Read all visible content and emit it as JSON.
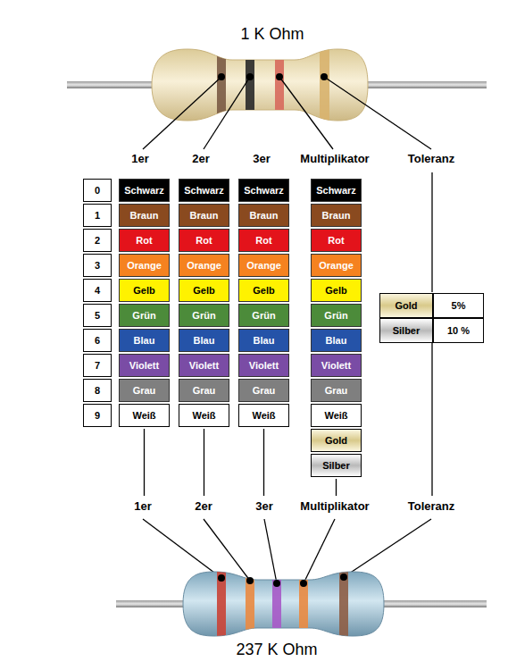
{
  "diagram": {
    "nodes": [
      {
        "text": [
          "0"
        ]
      },
      {
        "text": [
          "1"
        ]
      },
      {
        "text": [
          "2"
        ]
      },
      {
        "text": [
          "3"
        ]
      },
      {
        "text": [
          "4"
        ]
      },
      {
        "text": [
          "5"
        ]
      },
      {
        "text": [
          "6"
        ]
      },
      {
        "text": [
          "7"
        ]
      },
      {
        "text": [
          "8"
        ]
      },
      {
        "text": [
          "9"
        ]
      },
      {
        "text": [
          "Schwarz"
        ]
      },
      {
        "text": [
          "Braun"
        ]
      },
      {
        "text": [
          "Rot"
        ]
      },
      {
        "text": [
          "Orange"
        ]
      },
      {
        "text": [
          "Gelb"
        ]
      },
      {
        "text": [
          "Grün"
        ]
      },
      {
        "text": [
          "Blau"
        ]
      },
      {
        "text": [
          "Violett"
        ]
      },
      {
        "text": [
          "Grau"
        ]
      },
      {
        "text": [
          "Weiß"
        ]
      },
      {
        "text": [
          "Schwarz"
        ]
      },
      {
        "text": [
          "Braun"
        ]
      },
      {
        "text": [
          "Rot"
        ]
      },
      {
        "text": [
          "Orange"
        ]
      },
      {
        "text": [
          "Gelb"
        ]
      },
      {
        "text": [
          "Grün"
        ]
      },
      {
        "text": [
          "Blau"
        ]
      },
      {
        "text": [
          "Violett"
        ]
      },
      {
        "text": [
          "Grau"
        ]
      },
      {
        "text": [
          "Weiß"
        ]
      },
      {
        "text": [
          "Schwarz"
        ]
      },
      {
        "text": [
          "Braun"
        ]
      },
      {
        "text": [
          "Rot"
        ]
      },
      {
        "text": [
          "Orange"
        ]
      },
      {
        "text": [
          "Gelb"
        ]
      },
      {
        "text": [
          "Grün"
        ]
      },
      {
        "text": [
          "Blau"
        ]
      },
      {
        "text": [
          "Violett"
        ]
      },
      {
        "text": [
          "Grau"
        ]
      },
      {
        "text": [
          "Weiß"
        ]
      },
      {
        "text": [
          "Schwarz"
        ]
      },
      {
        "text": [
          "Braun"
        ]
      },
      {
        "text": [
          "Rot"
        ]
      },
      {
        "text": [
          "Orange"
        ]
      },
      {
        "text": [
          "Gelb"
        ]
      },
      {
        "text": [
          "Grün"
        ]
      },
      {
        "text": [
          "Blau"
        ]
      },
      {
        "text": [
          "Violett"
        ]
      },
      {
        "text": [
          "Grau"
        ]
      },
      {
        "text": [
          "Weiß"
        ]
      },
      {
        "text": [
          "Gold"
        ]
      },
      {
        "text": [
          "Silber"
        ]
      },
      {
        "text": [
          "Gold"
        ]
      },
      {
        "text": [
          "5%"
        ]
      },
      {
        "text": [
          "Silber"
        ]
      },
      {
        "text": [
          "10 %"
        ]
      }
    ],
    "labels": [
      "1 K Ohm",
      "1er",
      "2er",
      "3er",
      "Multiplikator",
      "Toleranz",
      "1er",
      "2er",
      "3er",
      "Multiplikator",
      "Toleranz",
      "237 K Ohm"
    ]
  }
}
